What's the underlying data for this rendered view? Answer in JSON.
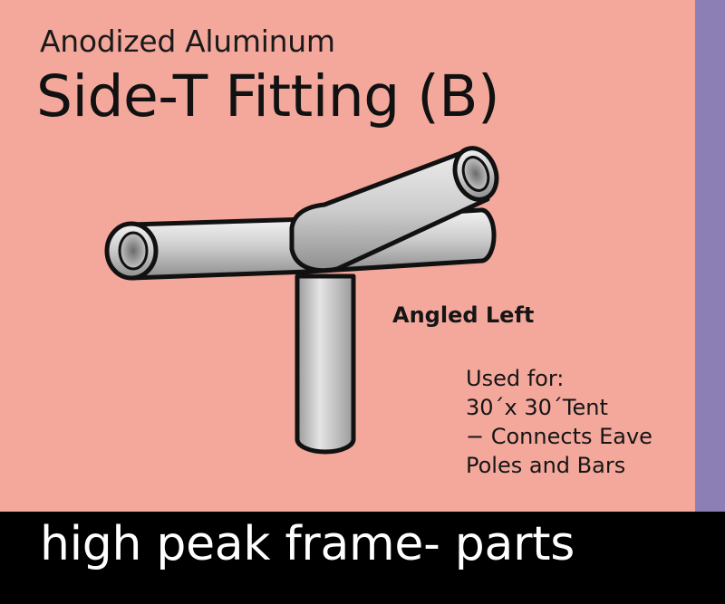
{
  "colors": {
    "background": "#f4a89c",
    "side_stripe": "#8c7fb5",
    "footer_background": "#000000",
    "footer_text": "#ffffff",
    "pipe": "#c9c9c9"
  },
  "header": {
    "subtitle": "Anodized Aluminum",
    "title": "Side-T Fitting (B)"
  },
  "illustration": {
    "icon": "side-t-fitting-icon"
  },
  "variant_label": "Angled Left",
  "usage": {
    "heading": "Used for:",
    "line1": "30´x 30´Tent",
    "line2": "− Connects Eave",
    "line3": "Poles and Bars"
  },
  "footer": {
    "text": "high peak frame- parts"
  }
}
